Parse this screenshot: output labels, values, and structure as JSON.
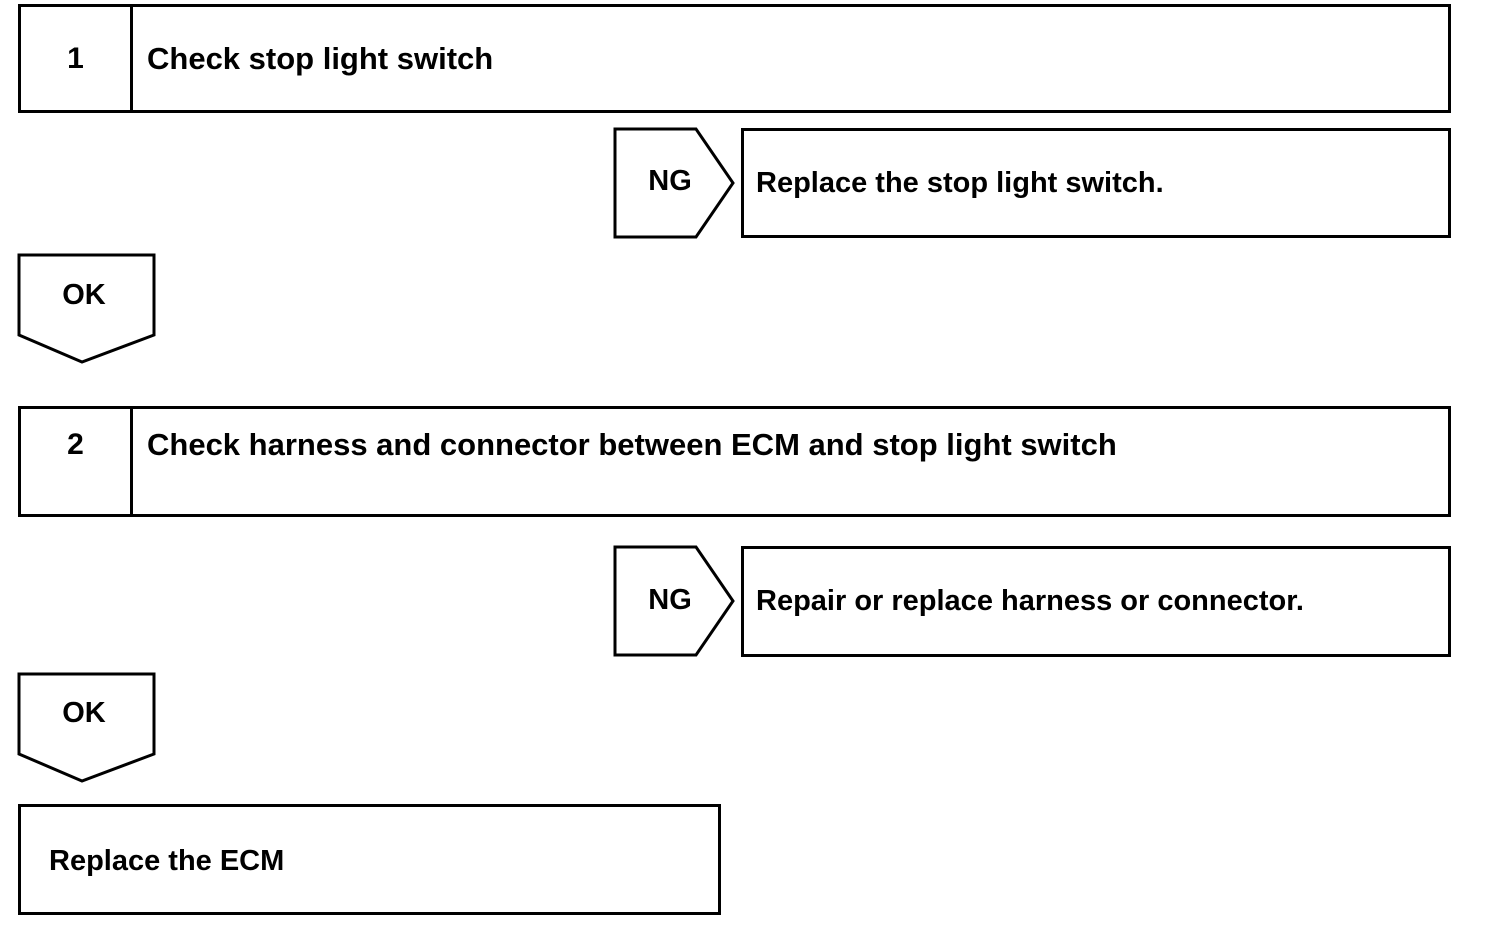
{
  "steps": [
    {
      "number": "1",
      "title": "Check stop light switch"
    },
    {
      "number": "2",
      "title": "Check harness and connector between ECM and stop light switch"
    }
  ],
  "ng_branches": [
    {
      "label": "NG",
      "action": "Replace the stop light switch."
    },
    {
      "label": "NG",
      "action": "Repair or replace harness or connector."
    }
  ],
  "ok_branches": [
    {
      "label": "OK"
    },
    {
      "label": "OK"
    }
  ],
  "final_action": "Replace the ECM"
}
